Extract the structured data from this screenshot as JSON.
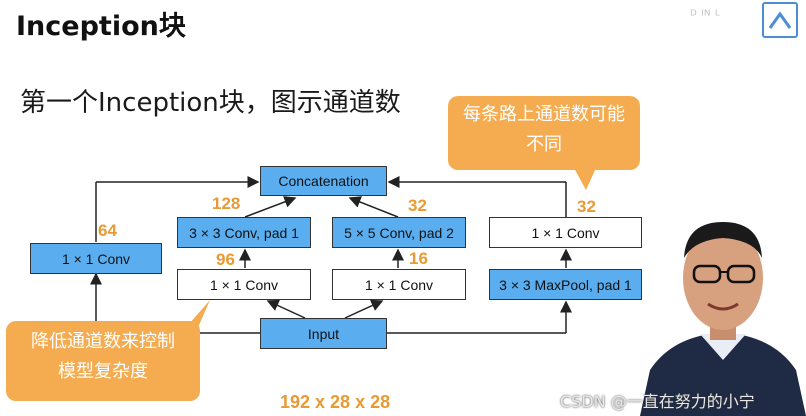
{
  "slide": {
    "title": "Inception块",
    "subtitle": "第一个Inception块，图示通道数",
    "logo_text": "ᴰ ᴵᴺ ᴸ"
  },
  "diagram": {
    "concat_label": "Concatenation",
    "input_label": "Input",
    "boxes": {
      "b1_conv1": "1 × 1 Conv",
      "b2_conv3": "3 × 3 Conv, pad 1",
      "b2_conv1": "1 × 1 Conv",
      "b3_conv5": "5 × 5 Conv, pad 2",
      "b3_conv1": "1 × 1 Conv",
      "b4_conv1": "1 × 1 Conv",
      "b4_pool": "3 × 3 MaxPool, pad 1"
    },
    "channels": {
      "b1": "64",
      "b2_out": "128",
      "b2_mid": "96",
      "b3_out": "32",
      "b3_mid": "16",
      "b4_out": "32"
    },
    "input_dims": "192 x 28 x 28"
  },
  "callouts": {
    "right": "每条路上通道数可能不同",
    "left": "降低通道数来控制模型复杂度"
  },
  "watermark": "CSDN @一直在努力的小宁",
  "colors": {
    "box_blue": "#5aaef0",
    "accent_orange": "#e89a34",
    "callout_orange": "#f5ab4f"
  }
}
